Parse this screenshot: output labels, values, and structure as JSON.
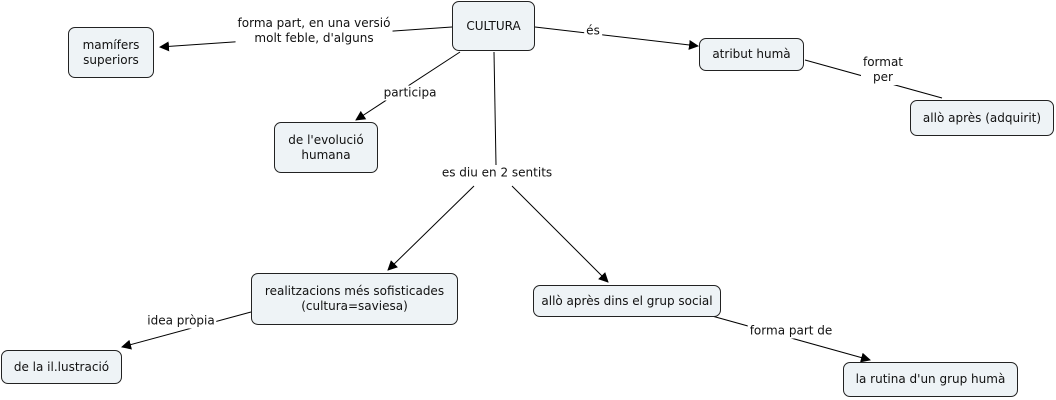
{
  "nodes": {
    "cultura": "CULTURA",
    "mamifers": "mamífers\nsuperiors",
    "atribut": "atribut humà",
    "apres": "allò après (adquirit)",
    "evolucio": "de l'evolució\nhumana",
    "realitzacions": "realitzacions més sofisticades\n(cultura=saviesa)",
    "grup": "allò après dins el grup social",
    "illustracio": "de la il.lustració",
    "rutina": "la rutina d'un grup humà"
  },
  "links": {
    "forma_part": "forma part, en una versió\nmolt feble, d'alguns",
    "es": "és",
    "format_per": "format\nper",
    "participa": "participa",
    "es_diu": "es diu en 2 sentits",
    "idea_propia": "idea pròpia",
    "forma_part_de": "forma part de"
  }
}
